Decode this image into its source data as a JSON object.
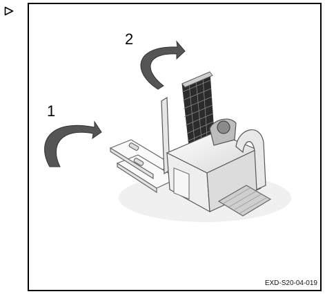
{
  "marker": {
    "icon": "triangle-right-outline-icon"
  },
  "figure": {
    "callouts": [
      {
        "label": "1",
        "icon": "rotate-arrow-icon"
      },
      {
        "label": "2",
        "icon": "rotate-arrow-icon"
      }
    ],
    "subject": "pallet-truck-with-raised-battery-cover",
    "figure_id": "EXD-S20-04-019"
  }
}
